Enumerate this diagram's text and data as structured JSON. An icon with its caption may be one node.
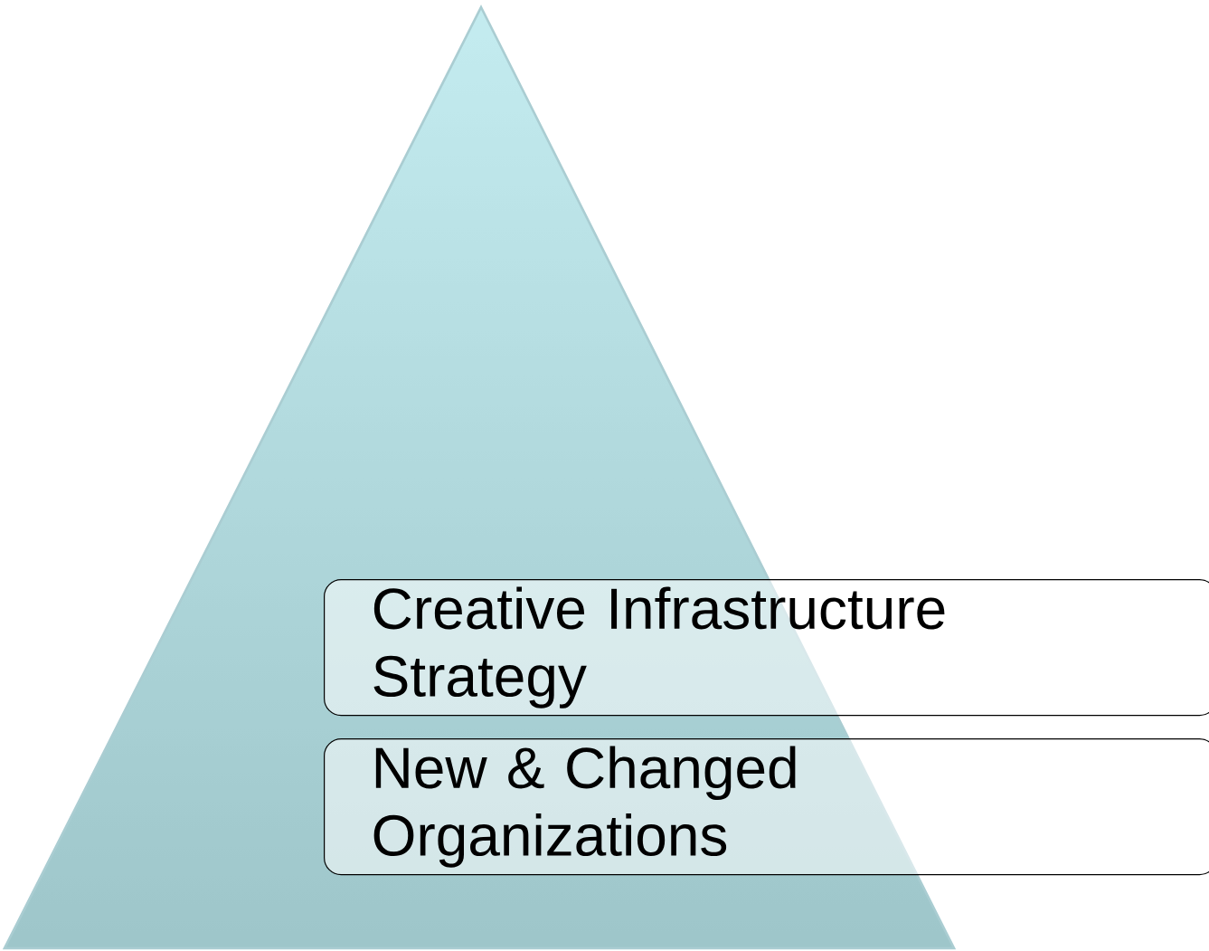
{
  "diagram": {
    "nodes": [
      {
        "text": [],
        "shape": "triangle"
      },
      {
        "text": [
          "Creative Infrastructure Strategy"
        ]
      },
      {
        "text": [
          "New & Changed Organizations"
        ]
      }
    ]
  }
}
